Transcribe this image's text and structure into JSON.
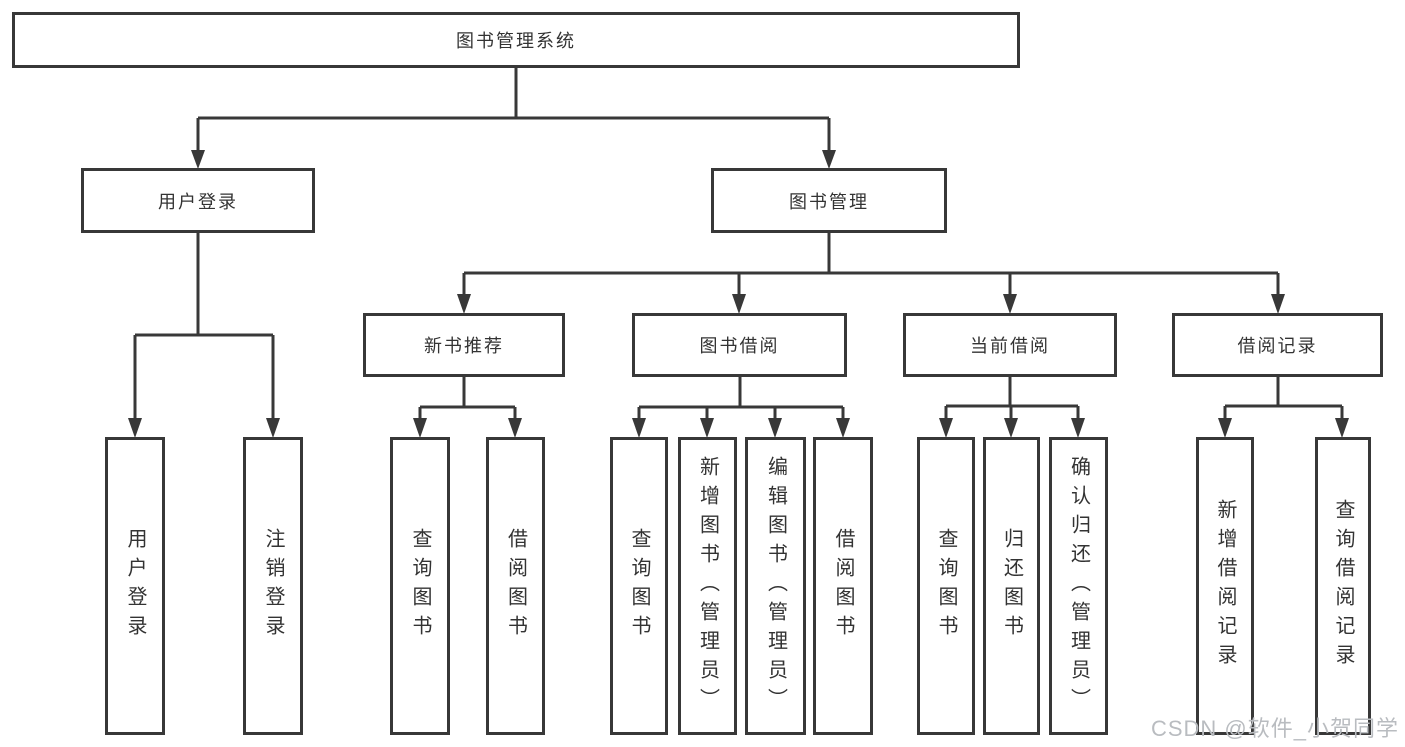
{
  "diagram": {
    "root": {
      "label": "图书管理系统"
    },
    "branches": {
      "user_login": {
        "label": "用户登录",
        "children": [
          "用户登录",
          "注销登录"
        ]
      },
      "book_management": {
        "label": "图书管理",
        "sections": {
          "new_book_recommend": {
            "label": "新书推荐",
            "children": [
              "查询图书",
              "借阅图书"
            ]
          },
          "book_borrow": {
            "label": "图书借阅",
            "children": [
              "查询图书",
              "新增图书（管理员）",
              "编辑图书（管理员）",
              "借阅图书"
            ]
          },
          "current_borrow": {
            "label": "当前借阅",
            "children": [
              "查询图书",
              "归还图书",
              "确认归还（管理员）"
            ]
          },
          "borrow_records": {
            "label": "借阅记录",
            "children": [
              "新增借阅记录",
              "查询借阅记录"
            ]
          }
        }
      }
    }
  },
  "watermark": {
    "text": "CSDN @软件_小贺同学"
  },
  "colors": {
    "line": "#383838",
    "text": "#333333",
    "watermark": "#b9bcc0",
    "background": "#ffffff"
  }
}
